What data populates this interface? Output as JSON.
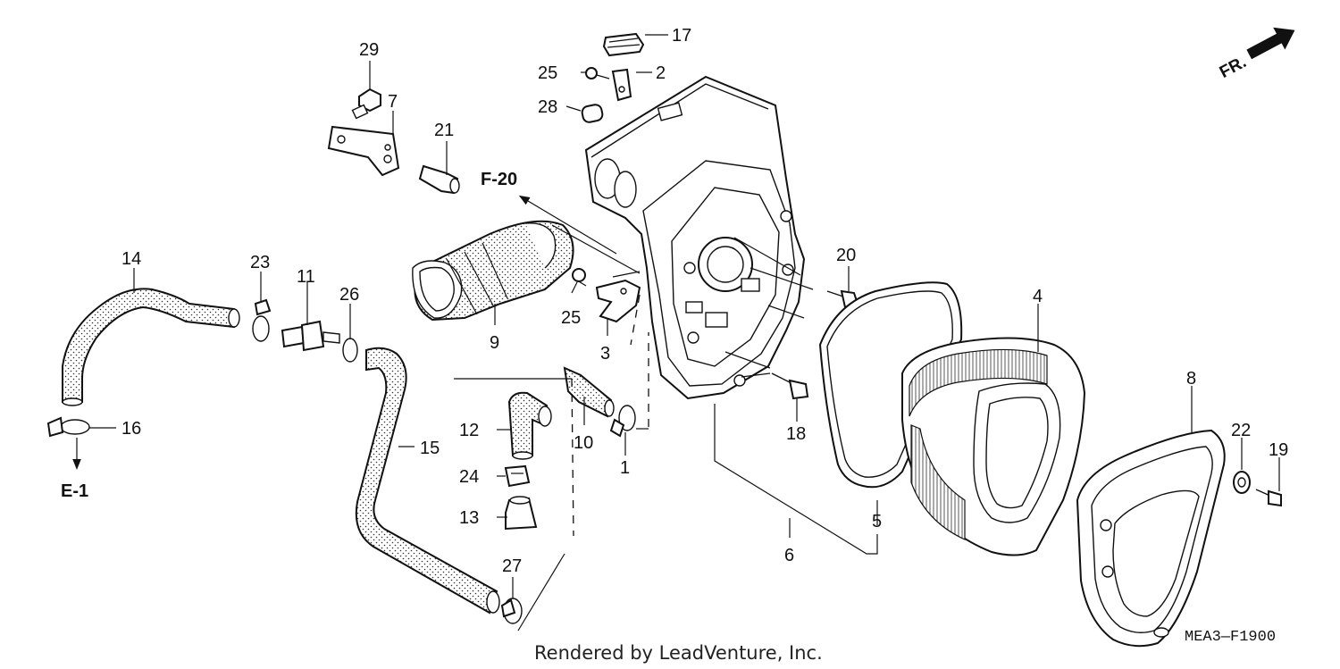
{
  "labels": {
    "p1": "1",
    "p2": "2",
    "p3": "3",
    "p4": "4",
    "p5": "5",
    "p6": "6",
    "p7": "7",
    "p8": "8",
    "p9": "9",
    "p10": "10",
    "p11": "11",
    "p12": "12",
    "p13": "13",
    "p14": "14",
    "p15": "15",
    "p16": "16",
    "p17": "17",
    "p18": "18",
    "p19": "19",
    "p20": "20",
    "p21": "21",
    "p22": "22",
    "p23": "23",
    "p24": "24",
    "p25a": "25",
    "p25b": "25",
    "p26": "26",
    "p27": "27",
    "p28": "28",
    "p29": "29"
  },
  "refs": {
    "f20": "F-20",
    "e1": "E-1",
    "front": "FR."
  },
  "diagram_code": "MEA3—F1900",
  "credit": "Rendered by LeadVenture, Inc."
}
